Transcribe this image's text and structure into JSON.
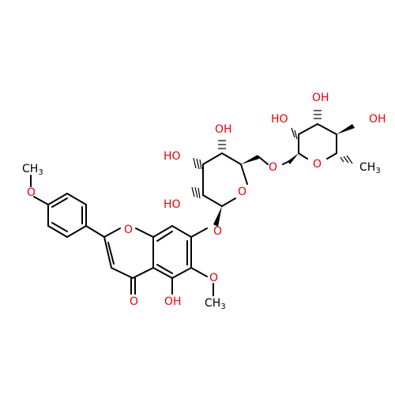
{
  "molecule": {
    "colors": {
      "oxygen": "#e8000b",
      "carbon": "#000000",
      "bond": "#000000"
    },
    "labels": {
      "methoxy_ch3_top": "O",
      "methoxy_ch3_top_c": "CH",
      "methoxy_ch3_top_sub": "3",
      "o_methoxy_top": "O",
      "o_ring_chromone": "O",
      "o_carbonyl": "O",
      "o_5_oh": "OH",
      "o_6_ome": "O",
      "o_6_ch3": "CH",
      "o_6_ch3_sub": "3",
      "o_7_glyco": "O",
      "ho_glc_2": "HO",
      "ho_glc_3": "HO",
      "oh_glc_4": "OH",
      "o_glc_ring": "O",
      "o_glc_6": "O",
      "ho_rha_2": "HO",
      "oh_rha_3": "OH",
      "oh_rha_4": "OH",
      "o_rha_ring": "O",
      "ch3_rha": "CH",
      "ch3_rha_sub": "3"
    }
  }
}
